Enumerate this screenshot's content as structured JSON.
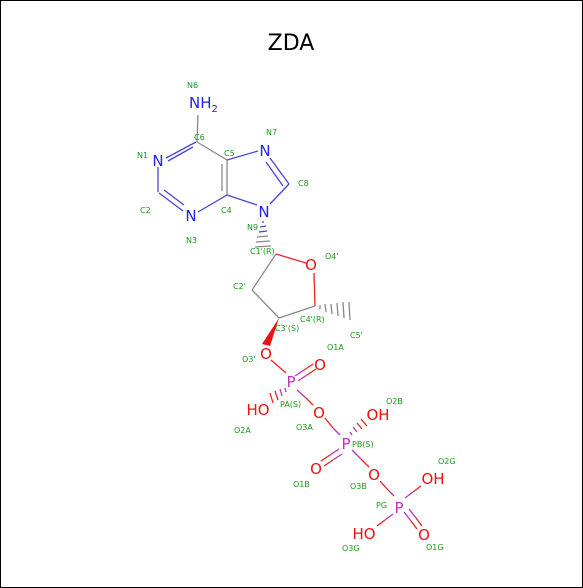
{
  "title": "ZDA",
  "colors": {
    "carbon_bond": "#888888",
    "nitrogen": "#2222ee",
    "oxygen": "#ee1111",
    "phosphorus": "#bb33bb",
    "atom_label": "#1a9a1a"
  },
  "elements": {
    "nh2": "NH",
    "nh2_sub": "2",
    "n": "N",
    "o": "O",
    "p": "P",
    "oh": "OH",
    "ho": "HO"
  },
  "labels": {
    "n6": "N6",
    "c6": "C6",
    "n7": "N7",
    "n1": "N1",
    "c5": "C5",
    "c8": "C8",
    "c2": "C2",
    "c4": "C4",
    "n9": "N9",
    "n3": "N3",
    "c1": "C1'(R)",
    "o4": "O4'",
    "c2p": "C2'",
    "c4p": "C4'(R)",
    "c3p": "C3'(S)",
    "c5p": "C5'",
    "o3p": "O3'",
    "o1a": "O1A",
    "pa": "PA(S)",
    "o2a": "O2A",
    "o3a": "O3A",
    "o2b": "O2B",
    "pb": "PB(S)",
    "o1b": "O1B",
    "o3b": "O3B",
    "o2g": "O2G",
    "pg": "PG",
    "o3g": "O3G",
    "o1g": "O1G"
  }
}
